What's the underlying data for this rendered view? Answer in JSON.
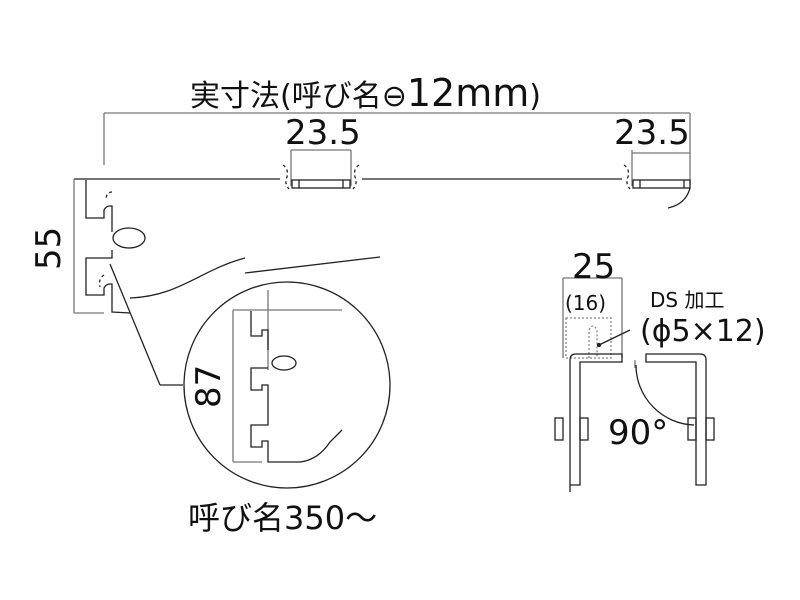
{
  "title": {
    "prefix": "実寸法(呼び名",
    "symbol": "⊖",
    "value": "12mm",
    "suffix": ")"
  },
  "dimensions": {
    "top_left_slot": "23.5",
    "top_right_slot": "23.5",
    "height": "55",
    "detail_height": "87",
    "width_side": "25",
    "inner_width": "(16)",
    "angle": "90°"
  },
  "annotations": {
    "ds_label": "DS 加工",
    "ds_spec": "(ϕ5×12)",
    "nominal_size": "呼び名350～"
  },
  "colors": {
    "line": "#222222",
    "thin": "#555555",
    "background": "#ffffff"
  }
}
